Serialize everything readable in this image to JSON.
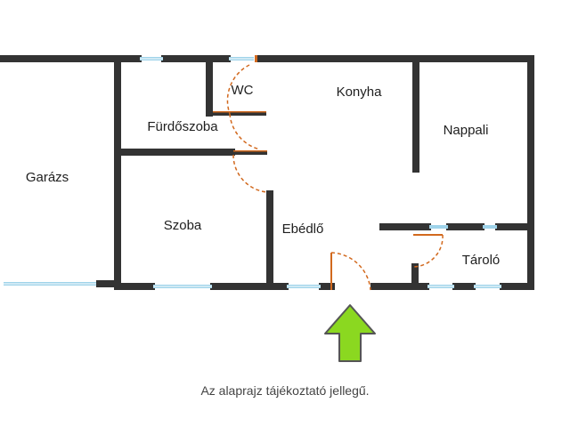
{
  "rooms": {
    "wc": "WC",
    "konyha": "Konyha",
    "furdoszoba": "Fürdőszoba",
    "nappali": "Nappali",
    "garazs": "Garázs",
    "szoba": "Szoba",
    "ebedlo": "Ebédlő",
    "tarolo": "Tároló"
  },
  "note": "Az alaprajz tájékoztató jellegű.",
  "colors": {
    "wall": "#333333",
    "window": "#9fd3ea",
    "door": "#d2691e",
    "arrow_fill": "#8bd820",
    "arrow_stroke": "#555555"
  },
  "icons": {
    "entrance": "entrance-arrow-icon"
  }
}
